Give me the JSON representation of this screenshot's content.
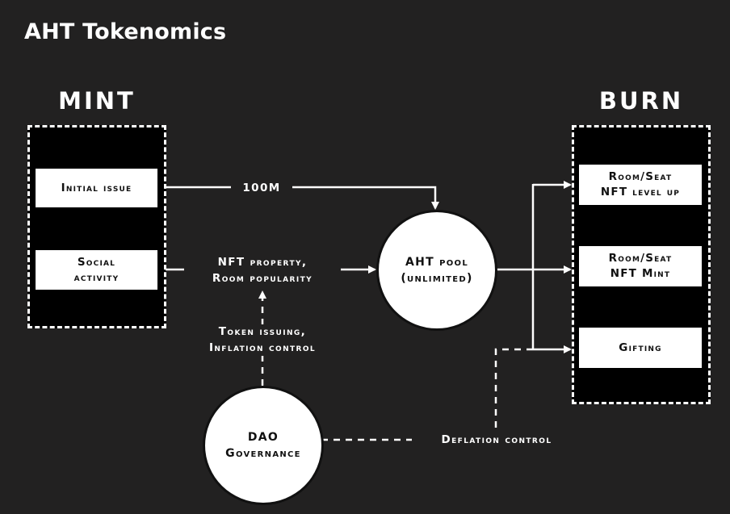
{
  "title": "AHT Tokenomics",
  "mint": {
    "heading": "MINT",
    "initial_issue": "Initial issue",
    "social_activity": "Social\nactivity"
  },
  "burn": {
    "heading": "BURN",
    "level_up": "Room/Seat\nNFT level up",
    "nft_mint": "Room/Seat\nNFT Mint",
    "gifting": "Gifting"
  },
  "pool": "AHT pool\n(unlimited)",
  "dao": "DAO\nGovernance",
  "edges": {
    "initial_amount": "100M",
    "social_to_pool": "NFT property,\nRoom popularity",
    "dao_to_mint": "Token issuing,\nInflation  control",
    "dao_to_burn": "Deflation control"
  },
  "colors": {
    "background": "#222121",
    "foreground": "#ffffff",
    "box_fill": "#000000"
  }
}
